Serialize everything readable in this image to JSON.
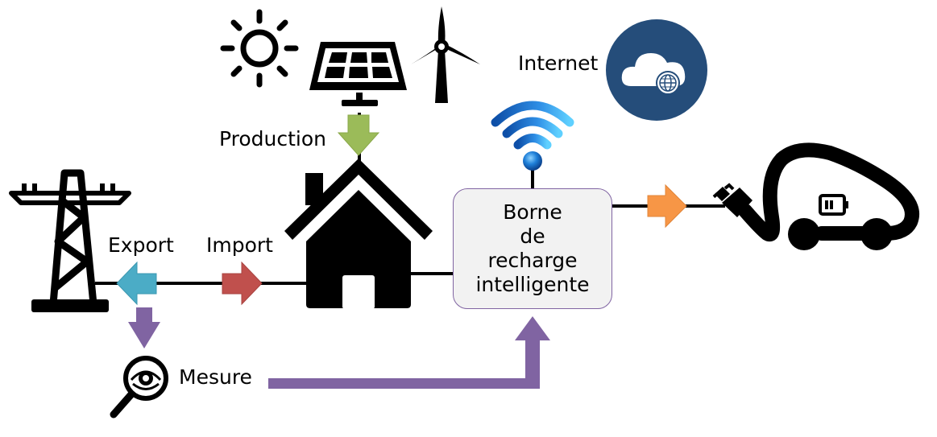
{
  "labels": {
    "production": "Production",
    "internet": "Internet",
    "export": "Export",
    "import": "Import",
    "mesure": "Mesure"
  },
  "charger_box": {
    "lines": [
      "Borne",
      "de",
      "recharge",
      "intelligente"
    ]
  },
  "colors": {
    "line": "#000000",
    "production_arrow": "#9bbb59",
    "export_arrow": "#4bacc6",
    "import_arrow": "#c0504d",
    "measure_arrow": "#8064a2",
    "ev_arrow": "#f79646",
    "cloud_circle": "#254d7a",
    "box_border": "#8064a2",
    "box_fill": "#f2f2f2"
  },
  "icons": [
    "sun-icon",
    "solar-panel-icon",
    "wind-turbine-icon",
    "cloud-globe-icon",
    "wifi-icon",
    "pylon-icon",
    "house-icon",
    "magnifier-eye-icon",
    "electric-car-icon",
    "plug-icon",
    "battery-icon"
  ]
}
